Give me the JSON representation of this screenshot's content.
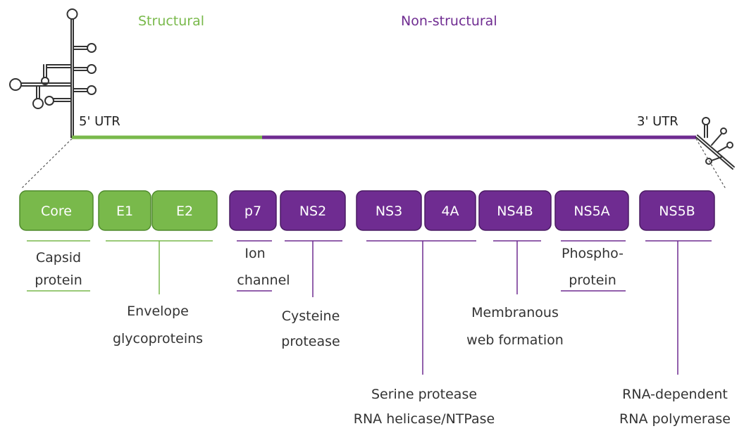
{
  "colors": {
    "structural": "#79b94b",
    "structural_border": "#4f8a2c",
    "nonstructural": "#6f2c91",
    "nonstructural_border": "#4a1b63",
    "text": "#333333"
  },
  "headers": {
    "structural": "Structural",
    "nonstructural": "Non-structural"
  },
  "utr": {
    "five_prime": "5' UTR",
    "three_prime": "3' UTR"
  },
  "proteins": {
    "core": "Core",
    "e1": "E1",
    "e2": "E2",
    "p7": "p7",
    "ns2": "NS2",
    "ns3": "NS3",
    "ns4a": "4A",
    "ns4b": "NS4B",
    "ns5a": "NS5A",
    "ns5b": "NS5B"
  },
  "functions": {
    "capsid": [
      "Capsid",
      "protein"
    ],
    "envelope": [
      "Envelope",
      "glycoproteins"
    ],
    "ion": [
      "Ion",
      "channel"
    ],
    "cysteine": [
      "Cysteine",
      "protease"
    ],
    "serine": [
      "Serine protease",
      "RNA helicase/NTPase"
    ],
    "membranous": [
      "Membranous",
      "web formation"
    ],
    "phospho": [
      "Phospho-",
      "protein"
    ],
    "rdrp": [
      "RNA-dependent",
      "RNA polymerase"
    ]
  }
}
